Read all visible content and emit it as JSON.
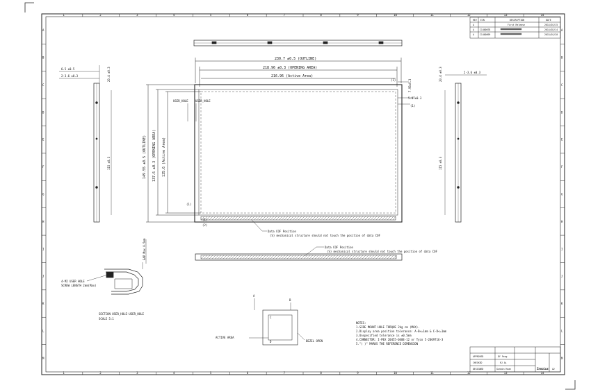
{
  "border": {
    "columns": [
      "1",
      "2",
      "3",
      "4",
      "5",
      "6",
      "7",
      "8",
      "9",
      "10",
      "11",
      "12",
      "13",
      "14"
    ],
    "rows": [
      "A",
      "B",
      "C",
      "D",
      "E",
      "F",
      "G",
      "H",
      "I",
      "J",
      "K",
      "L",
      "M"
    ]
  },
  "revision_block": {
    "headers": [
      "REV",
      "ECN",
      "DESCRIPTION",
      "DATE"
    ],
    "rows": [
      {
        "rev": "A",
        "ecn": "",
        "description": "First Release",
        "date": "2014/01/15"
      },
      {
        "rev": "A",
        "ecn": "C1400078",
        "description": "",
        "date": "2014/02/14"
      },
      {
        "rev": "A",
        "ecn": "C1400099",
        "description": "",
        "date": "2015/01/20"
      }
    ]
  },
  "dimensions": {
    "outline_w": "230.7 ±0.5 (OUTLINE)",
    "opening_w": "218.96 ±0.3 (OPENING AREA)",
    "active_w": "216.96 (Active Area)",
    "outline_h": "149.55 ±0.5 (OUTLINE)",
    "opening_h": "137.6 ±0.3 (OPENING AREA)",
    "active_h": "135.6 (Active Area)",
    "left_side_d1": "6.5 ±0.5",
    "left_side_d2": "2-3.6 ±0.3",
    "left_side_d3": "20.4 ±0.3",
    "left_side_h": "115 ±0.3",
    "right_side_d1": "20.4 ±0.3",
    "right_side_d2": "2-3.6 ±0.3",
    "right_side_h": "115 ±0.3",
    "top_right_1": "7.95±0.3",
    "top_right_2": "5.87±0.3",
    "ref_1": "(1)",
    "ref_2": "(1)",
    "ref_3": "(1)",
    "ref_4": "(1)",
    "ref_5": "(2)"
  },
  "labels": {
    "user_hole": "USER_HOLE",
    "user_hole_2": "USER_HOLE",
    "cof_1_title": "Data COF Position",
    "cof_1_note": "(S) mechanical structure should not touch the position of data COF",
    "cof_2_title": "Data COF Position",
    "cof_2_note": "(S) mechanical structure should not touch the position of data COF",
    "gap_max": "GAP Max 0.5mm",
    "m2_hole": "4-M2 USER HOLE",
    "screw_len": "SCREW LENGTH 2mm(Max)",
    "section": "SECTION  USER_HOLE-USER_HOLE",
    "scale": "SCALE  5:1",
    "active_area": "ACTIVE AREA",
    "bezel_open": "BEZEL OPEN",
    "a_letter": "A",
    "b_letter": "B",
    "c_letter": "C",
    "d_letter": "D"
  },
  "notes": {
    "title": "NOTES:",
    "lines": [
      "1.SIDE MOUNT HOLE TORQUE 2kg  cm (MAX).",
      "2.Display area position tolerance: A-B<=1mm & C-D<=1mm",
      "3.Unspecified tolerance is ±0.5mm",
      "4.CONNECTOR: I-PEX 20455-040E-12 or Tyco 5-2069716-3",
      "5.\"( )\" MARKS THE REFERENCE DIMENSION"
    ]
  },
  "title_block": {
    "approved_label": "APPROVED",
    "approved_name": "DY Feng",
    "checked_label": "CHECKED",
    "checked_name": "RJ Ai",
    "designed_label": "DESIGNED",
    "designed_name": "Gunbin Huan",
    "brand": "InnoLux",
    "size": "A2"
  }
}
